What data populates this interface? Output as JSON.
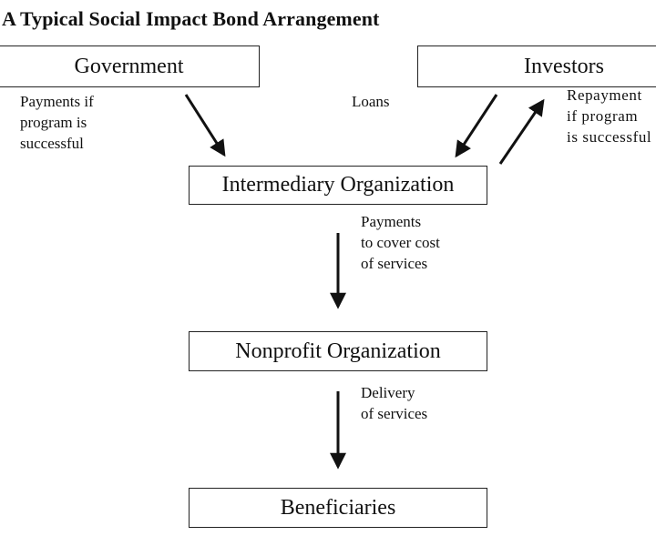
{
  "diagram": {
    "title": "A Typical Social Impact Bond Arrangement",
    "nodes": {
      "government": "Government",
      "investors": "Investors",
      "intermediary": "Intermediary Organization",
      "nonprofit": "Nonprofit Organization",
      "beneficiaries": "Beneficiaries"
    },
    "edge_labels": {
      "payments_if_successful": "Payments if\nprogram is\nsuccessful",
      "loans": "Loans",
      "repayment": "Repayment\nif program\nis successful",
      "payments_cost": "Payments\nto cover cost\nof services",
      "delivery": "Delivery\nof services"
    }
  }
}
